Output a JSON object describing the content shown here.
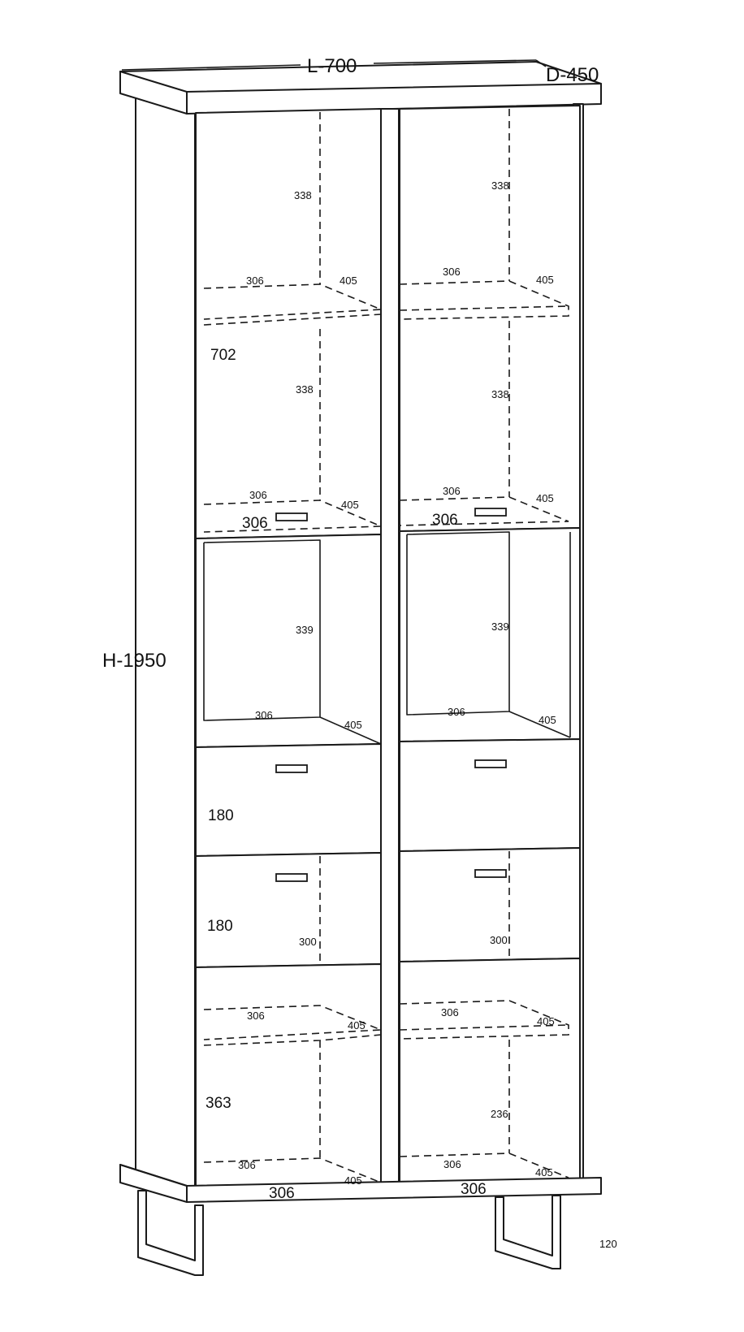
{
  "overall": {
    "length_label": "L-700",
    "depth_label": "D-450",
    "height_label": "H-1950",
    "leg_height_label": "120"
  },
  "left_column": {
    "glass_door_height_label": "702",
    "upper_shelf": {
      "height_label": "338",
      "width_label": "306",
      "depth_label": "405"
    },
    "middle_shelf": {
      "height_label": "338",
      "width_label": "306",
      "depth_label": "405"
    },
    "door_bottom_width_label": "306",
    "open_niche": {
      "height_label": "339",
      "width_label": "306",
      "depth_label": "405"
    },
    "drawer_1_height_label": "180",
    "drawer_2_height_label": "180",
    "cabinet_inner_height_label": "300",
    "lower_door_height_label": "363",
    "lower_shelf": {
      "width_label": "306",
      "depth_label": "405"
    },
    "bottom_shelf": {
      "width_label": "306",
      "depth_label": "405"
    },
    "lower_door_bottom_width_label": "306"
  },
  "right_column": {
    "upper_shelf": {
      "height_label": "338",
      "width_label": "306",
      "depth_label": "405"
    },
    "middle_shelf": {
      "height_label": "338",
      "width_label": "306",
      "depth_label": "405"
    },
    "door_bottom_width_label": "306",
    "open_niche": {
      "height_label": "339",
      "width_label": "306",
      "depth_label": "405"
    },
    "cabinet_inner_height_label": "300",
    "lower_shelf": {
      "width_label": "306",
      "depth_label": "405"
    },
    "lower_inner_height_label": "236",
    "bottom_shelf": {
      "width_label": "306",
      "depth_label": "405"
    },
    "lower_door_bottom_width_label": "306"
  }
}
